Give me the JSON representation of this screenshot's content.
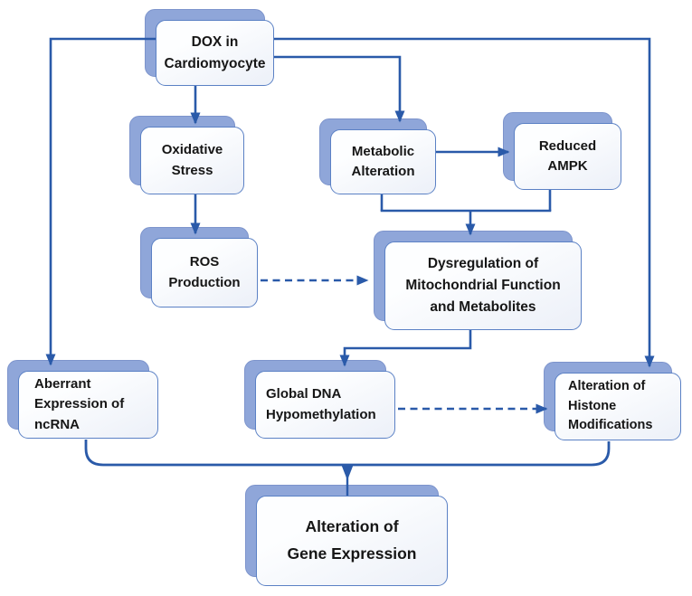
{
  "diagram": {
    "nodes": {
      "dox": {
        "label": "DOX in\nCardiomyocyte"
      },
      "oxidative": {
        "label": "Oxidative\nStress"
      },
      "metabolic": {
        "label": "Metabolic\nAlteration"
      },
      "ampk": {
        "label": "Reduced\nAMPK"
      },
      "ros": {
        "label": "ROS\nProduction"
      },
      "dysreg": {
        "label": "Dysregulation of\nMitochondrial Function\nand Metabolites"
      },
      "ncrna": {
        "label": "Aberrant\nExpression of\nncRNA"
      },
      "globaldna": {
        "label": "Global DNA\nHypomethylation"
      },
      "histone": {
        "label": "Alteration of\nHistone\nModifications"
      },
      "genex": {
        "label": "Alteration of\nGene Expression"
      }
    },
    "edges": [
      {
        "from": "dox",
        "to": "oxidative",
        "style": "solid"
      },
      {
        "from": "dox",
        "to": "metabolic",
        "style": "solid"
      },
      {
        "from": "dox",
        "to": "ncrna",
        "style": "solid"
      },
      {
        "from": "dox",
        "to": "histone",
        "style": "solid"
      },
      {
        "from": "oxidative",
        "to": "ros",
        "style": "solid"
      },
      {
        "from": "metabolic",
        "to": "ampk",
        "style": "solid"
      },
      {
        "from": "metabolic",
        "to": "dysreg",
        "style": "solid-merged"
      },
      {
        "from": "ampk",
        "to": "dysreg",
        "style": "solid-merged"
      },
      {
        "from": "ros",
        "to": "dysreg",
        "style": "dashed"
      },
      {
        "from": "dysreg",
        "to": "globaldna",
        "style": "solid"
      },
      {
        "from": "globaldna",
        "to": "histone",
        "style": "dashed"
      },
      {
        "from": "ncrna",
        "to": "genex",
        "style": "brace"
      },
      {
        "from": "globaldna",
        "to": "genex",
        "style": "brace"
      },
      {
        "from": "histone",
        "to": "genex",
        "style": "brace"
      }
    ],
    "colors": {
      "shadow": "#8FA6D9",
      "shadow-edge": "#7D94CC",
      "border": "#5B81C5",
      "arrow": "#2A5AA9",
      "text": "#161616",
      "face1": "#FDFEFF",
      "face2": "#ECF0F8"
    }
  }
}
